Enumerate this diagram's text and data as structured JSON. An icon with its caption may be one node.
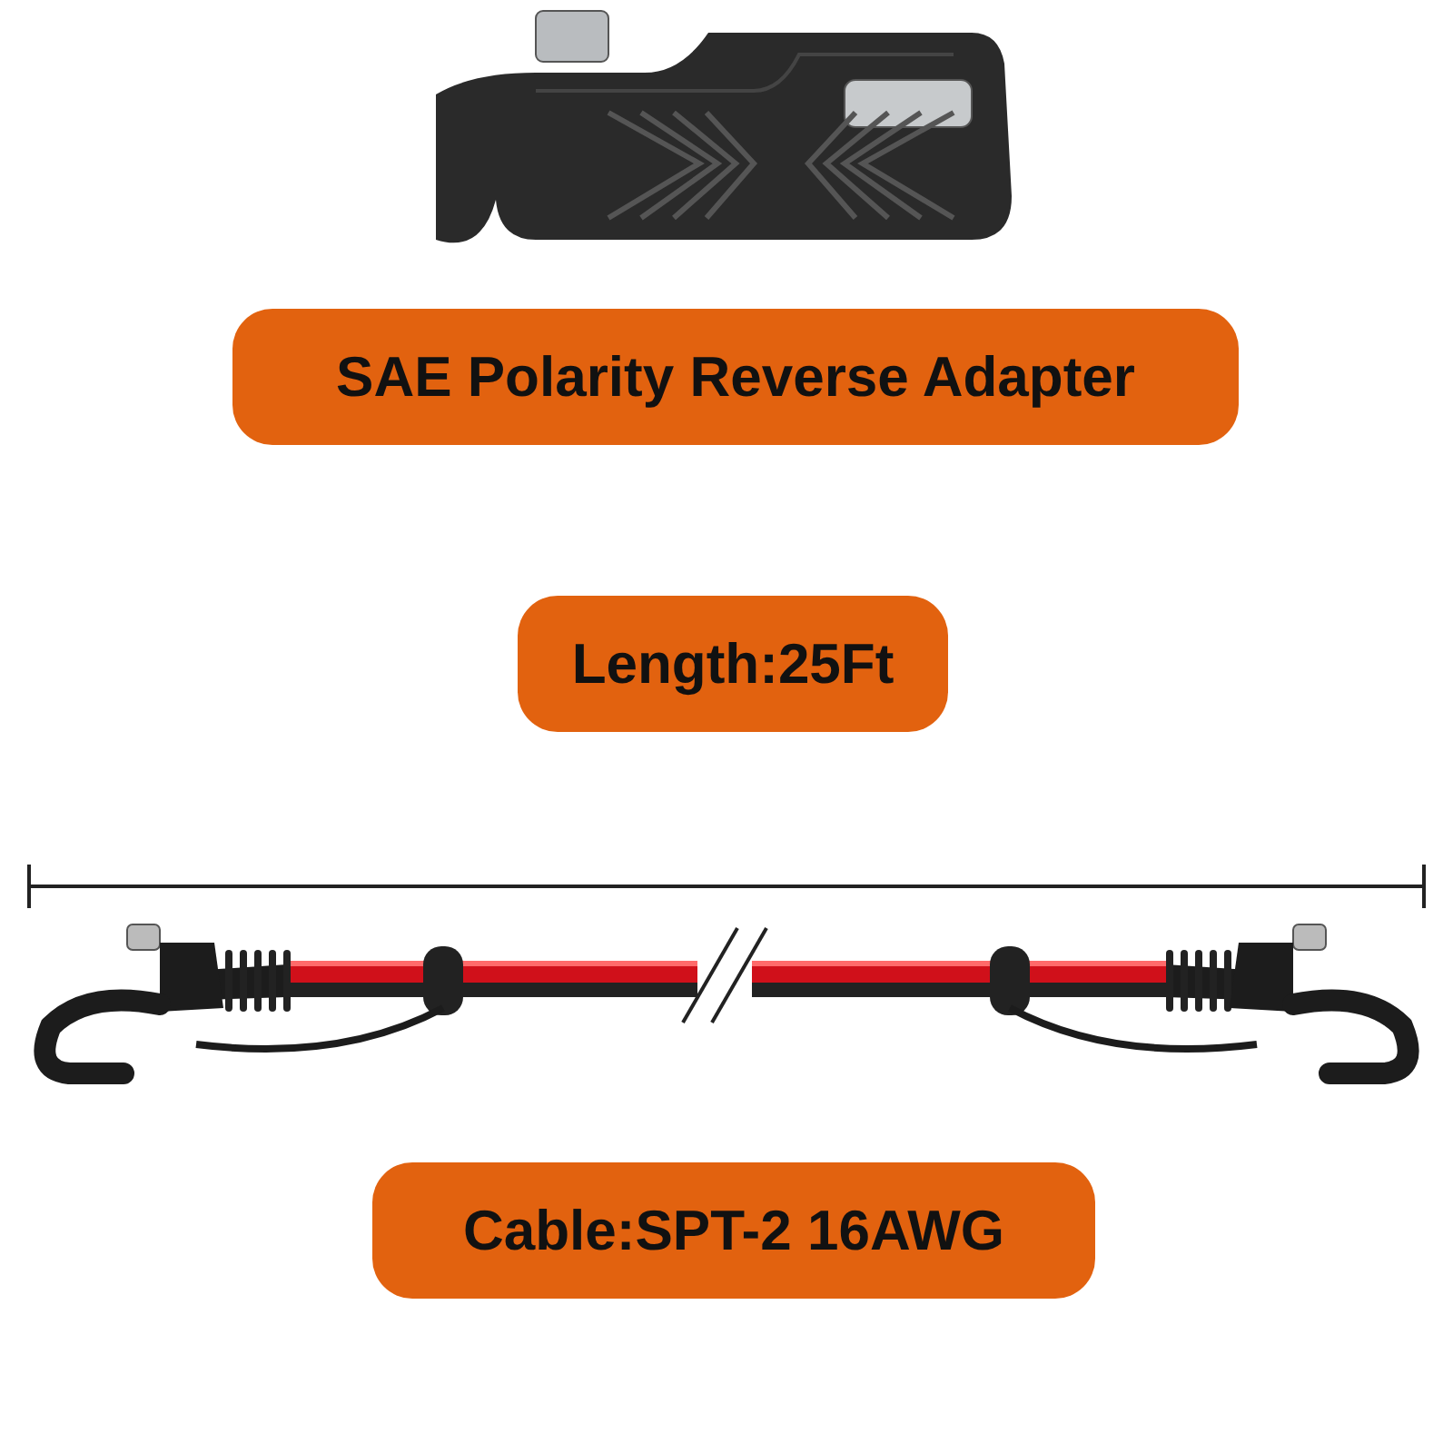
{
  "diagram": {
    "nodes": [
      {
        "text": [
          "SAE Polarity Reverse Adapter"
        ]
      },
      {
        "text": [
          "Length:25Ft"
        ]
      },
      {
        "text": [
          "Cable:SPT-2 16AWG"
        ]
      }
    ]
  }
}
